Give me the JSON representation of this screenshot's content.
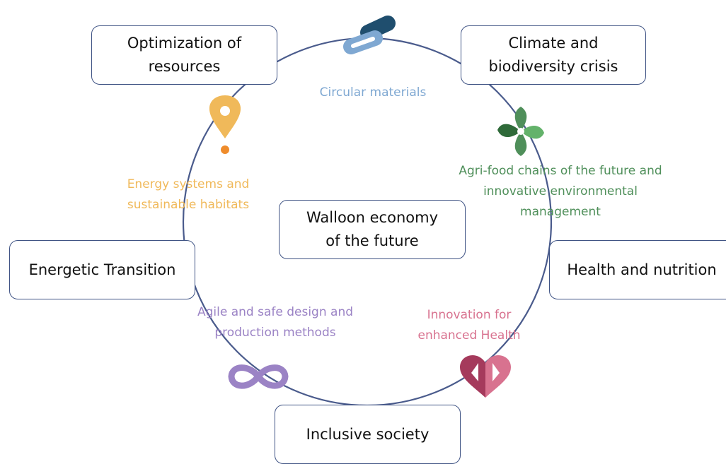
{
  "center": {
    "lines": [
      "Walloon economy",
      "of the future"
    ]
  },
  "boxes": {
    "optimization": {
      "lines": [
        "Optimization of",
        "resources"
      ]
    },
    "climate": {
      "lines": [
        "Climate and",
        "biodiversity crisis"
      ]
    },
    "energetic": {
      "lines": [
        "Energetic Transition"
      ]
    },
    "health_nutrition": {
      "lines": [
        "Health and nutrition"
      ]
    },
    "inclusive": {
      "lines": [
        "Inclusive society"
      ]
    }
  },
  "labels": {
    "circular": {
      "lines": [
        "Circular materials"
      ]
    },
    "agrifood": {
      "lines": [
        "Agri-food chains of the future and",
        "innovative environmental",
        "management"
      ]
    },
    "energy_systems": {
      "lines": [
        "Energy systems and",
        "sustainable habitats"
      ]
    },
    "agile": {
      "lines": [
        "Agile and safe design and",
        "production methods"
      ]
    },
    "innovation_health": {
      "lines": [
        "Innovation for",
        "enhanced Health"
      ]
    }
  },
  "icons": {
    "circular": "link-icon",
    "agrifood": "clover-icon",
    "energy_systems": "location-pin-icon",
    "agile": "infinity-icon",
    "innovation_health": "heart-icon"
  },
  "colors": {
    "ring": "#4a5b8c",
    "box_border": "#3f5384",
    "circular": "#7fa8d2",
    "circular_dark": "#1f4e6e",
    "agrifood": "#4f8f5a",
    "agrifood_dark": "#2f6a39",
    "agrifood_light": "#63b26a",
    "energy": "#f0b95a",
    "energy_dot": "#ef8c2c",
    "agile": "#9b83c5",
    "health": "#d8728f",
    "health_dark": "#a53a5c"
  }
}
